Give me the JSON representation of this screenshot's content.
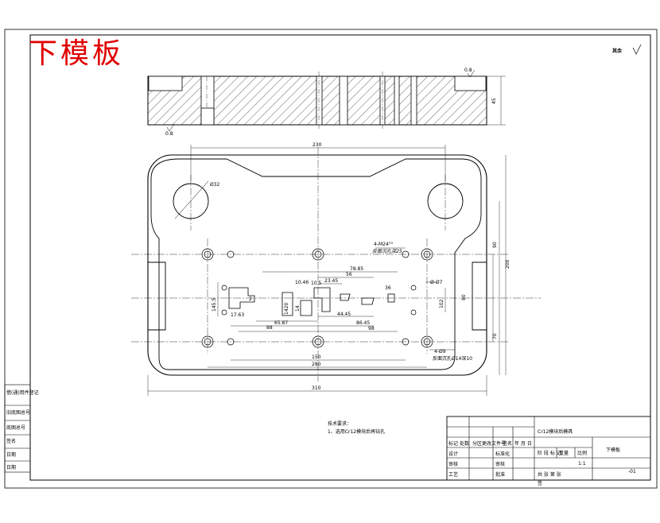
{
  "title_overlay": "下模板",
  "surface_note": "其余",
  "side_view": {
    "roughness_top": "0.8",
    "roughness_bottom": "0.8",
    "thickness": "45"
  },
  "plan_view": {
    "dims": {
      "d230": "230",
      "d310": "310",
      "d280": "280",
      "d150": "150",
      "d98": "98",
      "d88": "88",
      "d86_45": "86.45",
      "d78_85": "78.85",
      "d65_87": "65.87",
      "d56": "56",
      "d44_45": "44.45",
      "d23_45": "23.45",
      "d10_46": "10.46",
      "d10_5": "10.5",
      "d17_63": "17.63",
      "d36": "36",
      "d145_5": "145.5",
      "d90": "90",
      "d200": "200",
      "d70": "70",
      "d80": "80",
      "d102": "102",
      "d1420": "1420",
      "d14_": "14",
      "d2": "2"
    },
    "callouts": {
      "phi32": "Ø32",
      "holes_4m": "4-M24°⁰",
      "holes_4m_note": "反面沉孔深25",
      "phi7": "Ø-Ø7",
      "holes_4phi": "4-Ø9",
      "holes_4phi_note": "反面沉孔Ø14深10"
    }
  },
  "tech_notes": {
    "heading": "技术要求：",
    "line1": "1、选用Cr12模块后再钻孔"
  },
  "left_column": {
    "c1": "借(通)用件登记",
    "c2": "旧底图总号",
    "c3": "底图总号",
    "c4": "签名",
    "c5": "日期",
    "c6": "日期"
  },
  "title_block": {
    "drawing_title": "Cr12模块后模具",
    "part_name": "下模板",
    "drawing_no": "-01",
    "scale": "1:1",
    "row_labels": [
      "标记",
      "处数",
      "分区",
      "更改文件号",
      "签名",
      "年 月 日"
    ],
    "design": "设计",
    "standard": "标准化",
    "check": "审核",
    "process": "工艺",
    "review": "审核",
    "approve": "批准",
    "stage_labels": [
      "阶 段 标 记",
      "重量",
      "比例"
    ],
    "sheets": "共 张  第 张",
    "bottom_mark": "签"
  }
}
